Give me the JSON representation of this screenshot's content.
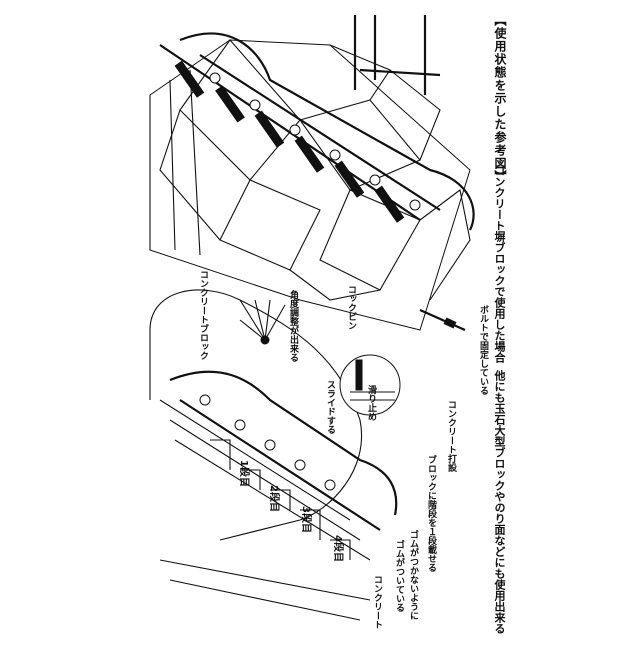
{
  "labels": {
    "heading": "【使用状態を示した参考図】",
    "concrete_block_upper_case": "コンクリート塀ブロックで使用した場合",
    "other_surfaces": "他にも玉石大型ブロックやのり面などにも使用出来る",
    "bolt_fixed": "ボルトで固定している",
    "concrete_fixed": "コンクリート打設",
    "one_step": "ブロックに階段を１段載せる",
    "rubber_slip": "ゴムがつかないように",
    "rubber_slip2": "ゴムがついている",
    "concrete_block": "コンクリートブロック",
    "concrete_pin": "コックピン",
    "angle_adjust": "角度調整が出来る",
    "slide": "スライドする",
    "slip_stop": "滑り止め",
    "concrete_bottom": "コンクリート",
    "step1": "1段目",
    "step2": "2段目",
    "step3": "3段目",
    "step4": "4段目"
  }
}
